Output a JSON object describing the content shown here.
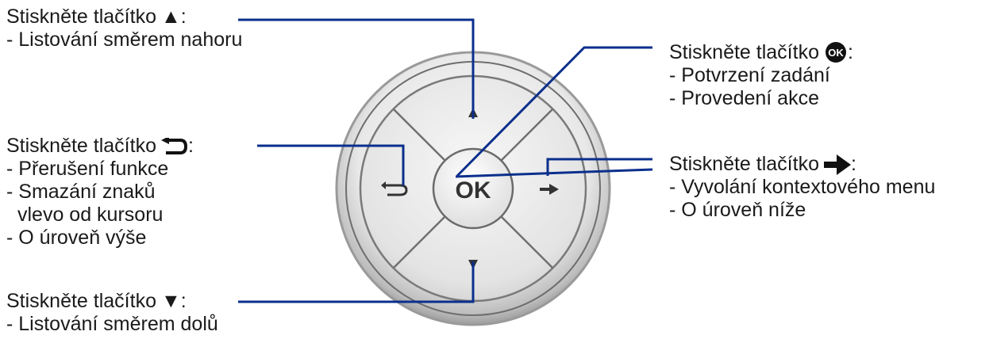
{
  "colors": {
    "line": "#0a2f8c",
    "text": "#1a1a1a"
  },
  "keypad": {
    "ok_label": "OK",
    "up_symbol": "▲",
    "down_symbol": "▼",
    "icons": [
      "arrow-up-icon",
      "arrow-down-icon",
      "back-icon",
      "arrow-right-icon",
      "ok-icon"
    ]
  },
  "labels": {
    "up": {
      "head": "Stiskněte tlačítko",
      "glyph": "▲",
      "colon": ":",
      "items": [
        "- Listování směrem nahoru"
      ]
    },
    "back": {
      "head": "Stiskněte tlačítko",
      "colon": ":",
      "items": [
        "- Přerušení funkce",
        "- Smazání znaků",
        "vlevo od kursoru",
        "- O úroveň výše"
      ]
    },
    "down": {
      "head": "Stiskněte tlačítko",
      "glyph": "▼",
      "colon": ":",
      "items": [
        "- Listování směrem dolů"
      ]
    },
    "ok": {
      "head": "Stiskněte tlačítko",
      "glyph_text": "OK",
      "colon": ":",
      "items": [
        "- Potvrzení zadání",
        "- Provedení akce"
      ]
    },
    "right": {
      "head": "Stiskněte tlačítko",
      "colon": ":",
      "items": [
        "- Vyvolání kontextového menu",
        "- O úroveň níže"
      ]
    }
  }
}
